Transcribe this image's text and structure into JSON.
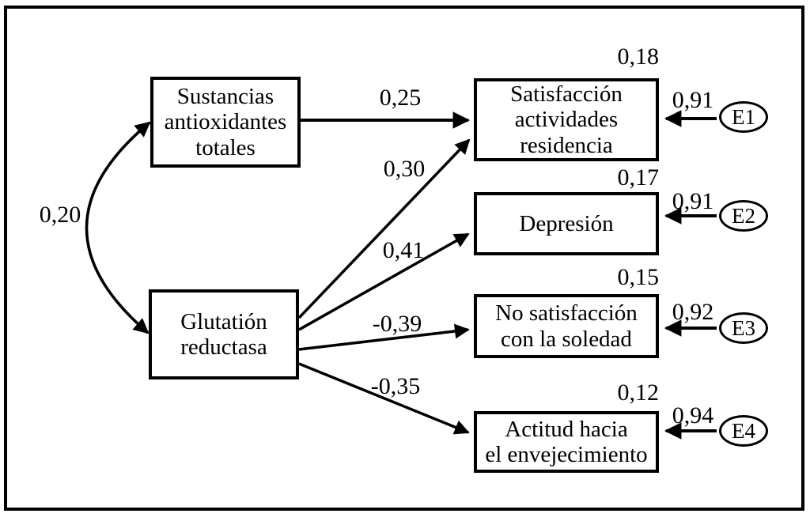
{
  "diagram": {
    "correlation": {
      "label": "0,20",
      "between": [
        "sustancias-antioxidantes",
        "glutation-reductasa"
      ]
    },
    "exogenous": [
      {
        "id": "sustancias-antioxidantes",
        "label": "Sustancias\nantioxidantes\ntotales"
      },
      {
        "id": "glutation-reductasa",
        "label": "Glutatión\nreductasa"
      }
    ],
    "endogenous": [
      {
        "id": "satisfaccion-actividades",
        "label": "Satisfacción\nactividades\nresidencia",
        "r2": "0,18",
        "error": {
          "name": "E1",
          "weight": "0,91"
        }
      },
      {
        "id": "depresion",
        "label": "Depresión",
        "r2": "0,17",
        "error": {
          "name": "E2",
          "weight": "0,91"
        }
      },
      {
        "id": "no-satisfaccion-soledad",
        "label": "No satisfacción\ncon la soledad",
        "r2": "0,15",
        "error": {
          "name": "E3",
          "weight": "0,92"
        }
      },
      {
        "id": "actitud-envejecimiento",
        "label": "Actitud hacia\nel envejecimiento",
        "r2": "0,12",
        "error": {
          "name": "E4",
          "weight": "0,94"
        }
      }
    ],
    "paths": [
      {
        "from": "sustancias-antioxidantes",
        "to": "satisfaccion-actividades",
        "coef": "0,25"
      },
      {
        "from": "glutation-reductasa",
        "to": "satisfaccion-actividades",
        "coef": "0,30"
      },
      {
        "from": "glutation-reductasa",
        "to": "depresion",
        "coef": "0,41"
      },
      {
        "from": "glutation-reductasa",
        "to": "no-satisfaccion-soledad",
        "coef": "-0,39"
      },
      {
        "from": "glutation-reductasa",
        "to": "actitud-envejecimiento",
        "coef": "-0,35"
      }
    ],
    "colors": {
      "line": "#000000",
      "background": "#ffffff"
    }
  }
}
